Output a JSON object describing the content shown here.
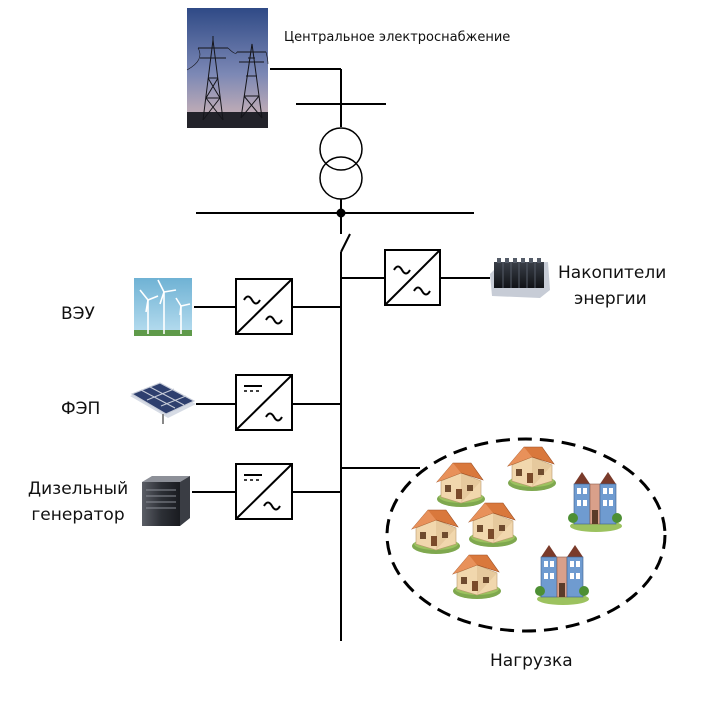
{
  "labels": {
    "grid": "Центральное электроснабжение",
    "storage_line1": "Накопители",
    "storage_line2": "энергии",
    "wind": "ВЭУ",
    "pv": "ФЭП",
    "diesel_line1": "Дизельный",
    "diesel_line2": "генератор",
    "load": "Нагрузка"
  },
  "icons": {
    "power_tower": "power-tower-photo",
    "transformer": "transformer-symbol",
    "switch": "switch-symbol",
    "converter_ac": "ac-dc-converter-symbol",
    "converter_dc": "dc-ac-converter-symbol",
    "battery": "battery-bank-icon",
    "wind_turbine": "wind-turbine-icon",
    "solar_panel": "solar-panel-icon",
    "generator": "diesel-generator-icon",
    "house": "house-icon",
    "apartment": "townhouse-icon"
  },
  "colors": {
    "line": "#000000",
    "sky_top": "#3b4f86",
    "sky_bottom": "#c9b7c6",
    "roof": "#d9783c",
    "wall": "#f1d7ad",
    "grass": "#7fa84f",
    "townhouse": "#6f9bd0",
    "wind_bg": "#7bbad6",
    "solar": "#2e3f6e"
  }
}
